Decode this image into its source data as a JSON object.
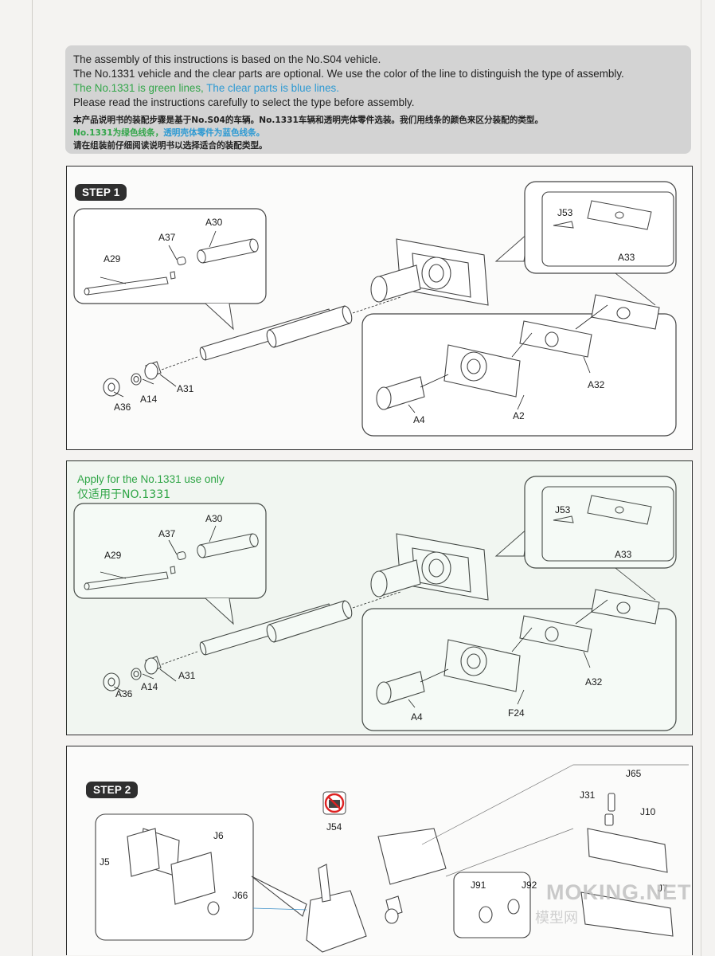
{
  "notes": {
    "line1": "The assembly of this instructions is based on the No.S04 vehicle.",
    "line2": "The No.1331 vehicle and the clear parts are optional. We use the color of the line to distinguish the type of assembly.",
    "line3_green": "The No.1331 is green lines,",
    "line3_blue": " The clear parts is blue lines.",
    "line4": "Please read the instructions carefully to select the type before assembly.",
    "cn1": "本产品说明书的装配步骤是基于No.S04的车辆。No.1331车辆和透明壳体零件选装。我们用线条的颜色来区分装配的类型。",
    "cn2_green": "No.1331为绿色线条，",
    "cn2_blue": "透明壳体零件为蓝色线条。",
    "cn3": "请在组装前仔细阅读说明书以选择适合的装配类型。"
  },
  "colors": {
    "green": "#33a64a",
    "blue": "#2d9ad3",
    "badge": "#2f2f2f"
  },
  "step1": {
    "badge": "STEP 1",
    "parts": {
      "a30": "A30",
      "a37": "A37",
      "a29": "A29",
      "a31": "A31",
      "a14": "A14",
      "a36": "A36",
      "j53": "J53",
      "a33": "A33",
      "a32": "A32",
      "a4": "A4",
      "a2": "A2"
    }
  },
  "step1_alt": {
    "apply_en": "Apply for the No.1331 use only",
    "apply_cn": "仅适用于NO.1331",
    "parts": {
      "a30": "A30",
      "a37": "A37",
      "a29": "A29",
      "a31": "A31",
      "a14": "A14",
      "a36": "A36",
      "j53": "J53",
      "a33": "A33",
      "a32": "A32",
      "a4": "A4",
      "f24": "F24"
    }
  },
  "step2": {
    "badge": "STEP 2",
    "parts": {
      "j6": "J6",
      "j5": "J5",
      "j66": "J66",
      "j54": "J54",
      "j65": "J65",
      "j31": "J31",
      "j10": "J10",
      "j91": "J91",
      "j92": "J92",
      "j7": "J7"
    },
    "icons": [
      "no-glue-icon"
    ]
  },
  "watermark": {
    "en": "MOKING.NET",
    "cn": "模型网"
  }
}
